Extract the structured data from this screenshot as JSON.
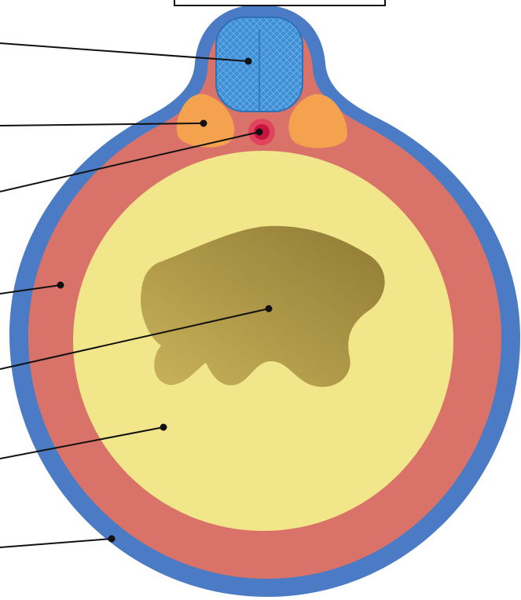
{
  "diagram": {
    "colors": {
      "outer_layer": "#4a7bc4",
      "middle_layer": "#d9736a",
      "inner_region": "#f2e68a",
      "central_body_light": "#c9b35a",
      "central_body_dark": "#8f7a35",
      "top_structure": "#3d8fd6",
      "small_bodies": "#f4a24e",
      "small_dot": "#d21e4a",
      "leader_lines": "#111111"
    },
    "parts": [
      {
        "id": "top-structure",
        "label": ""
      },
      {
        "id": "small-body",
        "label": ""
      },
      {
        "id": "red-dot",
        "label": ""
      },
      {
        "id": "middle-layer",
        "label": ""
      },
      {
        "id": "central-body",
        "label": ""
      },
      {
        "id": "inner-region",
        "label": ""
      },
      {
        "id": "outer-layer",
        "label": ""
      }
    ],
    "title_box_text": ""
  }
}
